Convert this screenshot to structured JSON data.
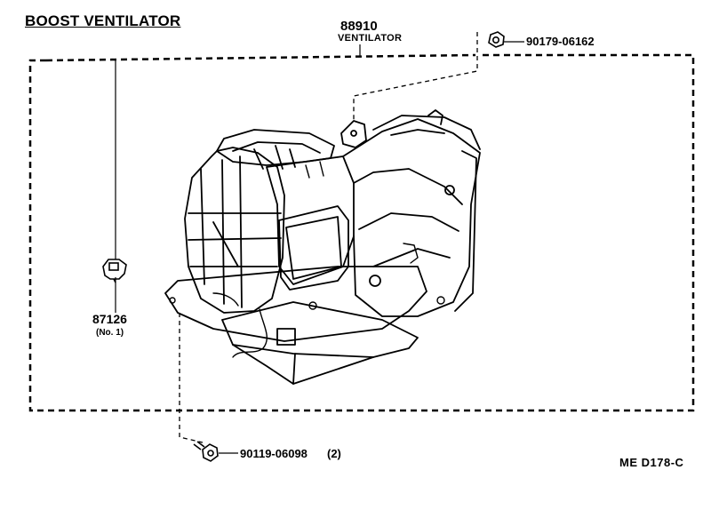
{
  "diagram": {
    "title": "BOOST VENTILATOR",
    "reference_code": "ME D178-C",
    "parts": [
      {
        "part_number": "88910",
        "name": "VENTILATOR"
      },
      {
        "part_number": "90179-06162"
      },
      {
        "part_number": "87126",
        "note": "(No. 1)"
      },
      {
        "part_number": "90119-06098",
        "quantity": "(2)"
      }
    ]
  }
}
